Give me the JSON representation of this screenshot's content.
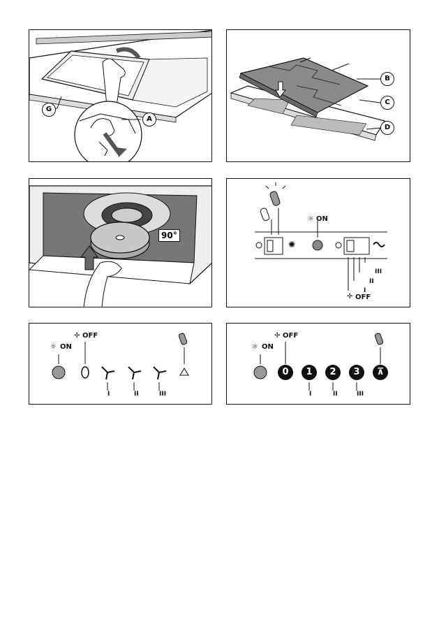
{
  "figure1": {
    "callout_g": "G",
    "callout_a": "A"
  },
  "figure2": {
    "callout_b": "B",
    "callout_c": "C",
    "callout_d": "D"
  },
  "figure3": {
    "angle": "90°"
  },
  "figure4": {
    "light_on": "ON",
    "fan_off": "OFF",
    "speed_1": "I",
    "speed_2": "II",
    "speed_3": "III"
  },
  "figure5": {
    "light_on": "ON",
    "fan_off": "OFF",
    "speed_1": "I",
    "speed_2": "II",
    "speed_3": "III"
  },
  "figure6": {
    "light_on": "ON",
    "fan_off": "OFF",
    "button_0": "0",
    "button_1": "1",
    "button_2": "2",
    "button_3": "3",
    "speed_1": "I",
    "speed_2": "II",
    "speed_3": "III"
  },
  "icons": [
    "sun-icon",
    "fan-icon",
    "lamp-icon",
    "arrow-icon",
    "hand-icon"
  ]
}
